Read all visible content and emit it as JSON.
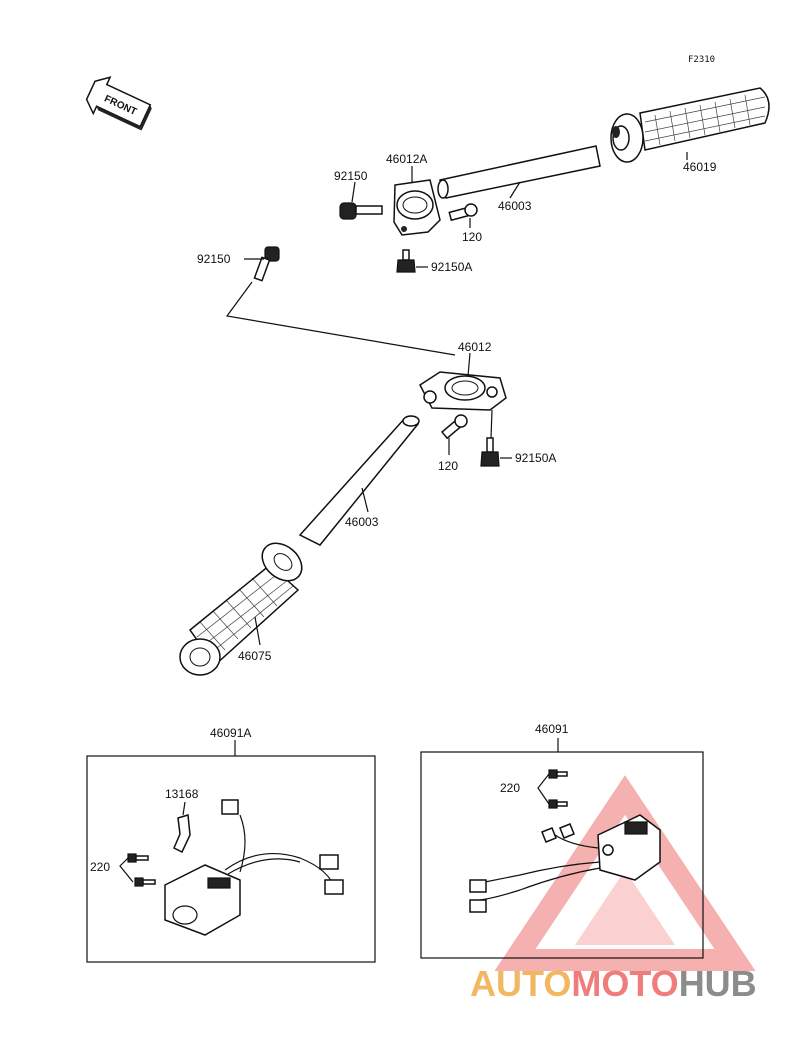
{
  "figure_code": "F2310",
  "front_label": "FRONT",
  "parts": {
    "p46019": "46019",
    "p46003_top": "46003",
    "p46012A": "46012A",
    "p92150_top": "92150",
    "p120_top": "120",
    "p92150A_top": "92150A",
    "p92150_left": "92150",
    "p46012": "46012",
    "p120_mid": "120",
    "p92150A_mid": "92150A",
    "p46003_mid": "46003",
    "p46075": "46075",
    "p46091A": "46091A",
    "p13168": "13168",
    "p220_left": "220",
    "p46091": "46091",
    "p220_right": "220"
  },
  "watermark": {
    "part1": "AUTO",
    "part2": "MOTO",
    "part3": "HUB",
    "color1": "#f0b050",
    "color2": "#ee7070",
    "color3": "#808080"
  }
}
